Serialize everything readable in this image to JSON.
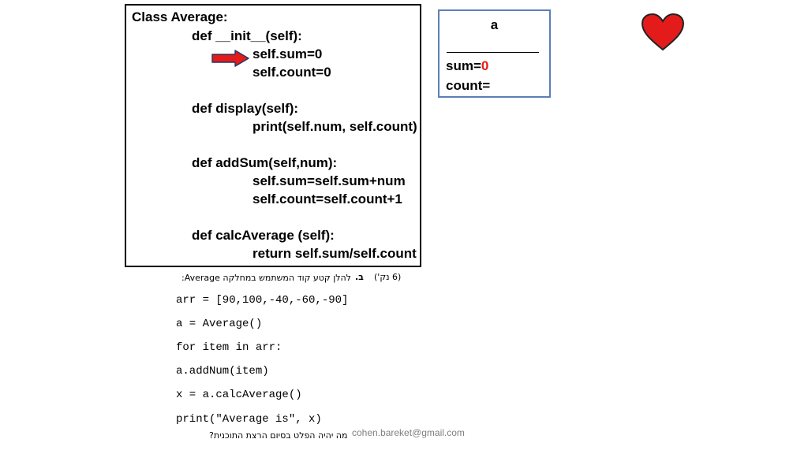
{
  "class_code": {
    "lines": [
      "Class Average:",
      "def __init__(self):",
      "self.sum=0",
      "self.count=0",
      "def display(self):",
      "print(self.num, self.count)",
      "def addSum(self,num):",
      "self.sum=self.sum+num",
      "self.count=self.count+1",
      "def calcAverage (self):",
      "return self.sum/self.count"
    ]
  },
  "memory": {
    "object_name": "a",
    "underline": "___________",
    "sum_label": "sum=",
    "sum_value": "0",
    "count_label": "count="
  },
  "question": {
    "points": "(6 נק')",
    "letter": "ב.",
    "instruction": "להלן קטע קוד המשתמש במחלקה Average:",
    "closing": "מה יהיה הפלט בסיום הרצת התוכנית?"
  },
  "program": {
    "lines": [
      "arr = [90,100,-40,-60,-90]",
      "a = Average()",
      "for item in arr:",
      "    a.addNum(item)",
      "x = a.calcAverage()",
      "print(\"Average is\", x)"
    ]
  },
  "footer": {
    "email": "cohen.bareket@gmail.com"
  },
  "colors": {
    "highlight": "#e31b1b",
    "memory_border": "#5b7fb8",
    "heart": "#e31b1b"
  },
  "icons": {
    "pointer": "right-arrow-icon",
    "decoration": "heart-icon"
  }
}
